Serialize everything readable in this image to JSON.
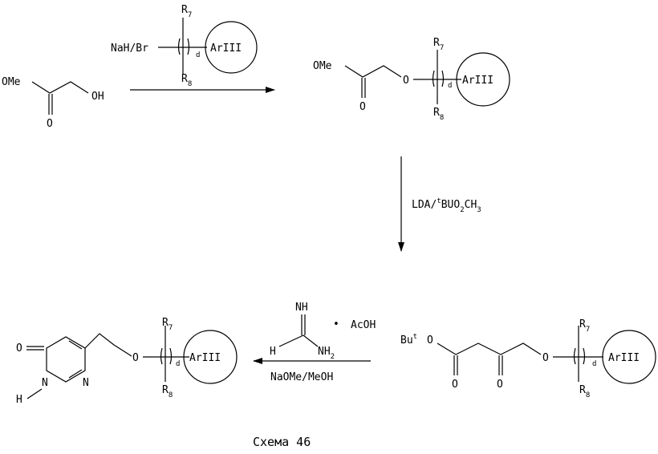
{
  "caption": "Схема 46",
  "labels": {
    "ome": "OMe",
    "oh": "OH",
    "o": "O",
    "nah_br": "NaH/Br",
    "r7": "R",
    "r7_sub": "7",
    "r8": "R",
    "r8_sub": "8",
    "d": "d",
    "ariii": "ArIII",
    "lda": "LDA/",
    "lda_t": "t",
    "lda_buo": "BUO",
    "lda_2": "2",
    "lda_ch": "CH",
    "lda_3": "3",
    "bu": "Bu",
    "bu_t": "t",
    "nh": "NH",
    "nh2": "NH",
    "nh2_sub": "2",
    "h": "H",
    "n": "N",
    "dot": "•",
    "acoh": "AcOH",
    "naome": "NaOMe/MeOH"
  },
  "colors": {
    "ink": "#000000",
    "background": "#ffffff"
  }
}
